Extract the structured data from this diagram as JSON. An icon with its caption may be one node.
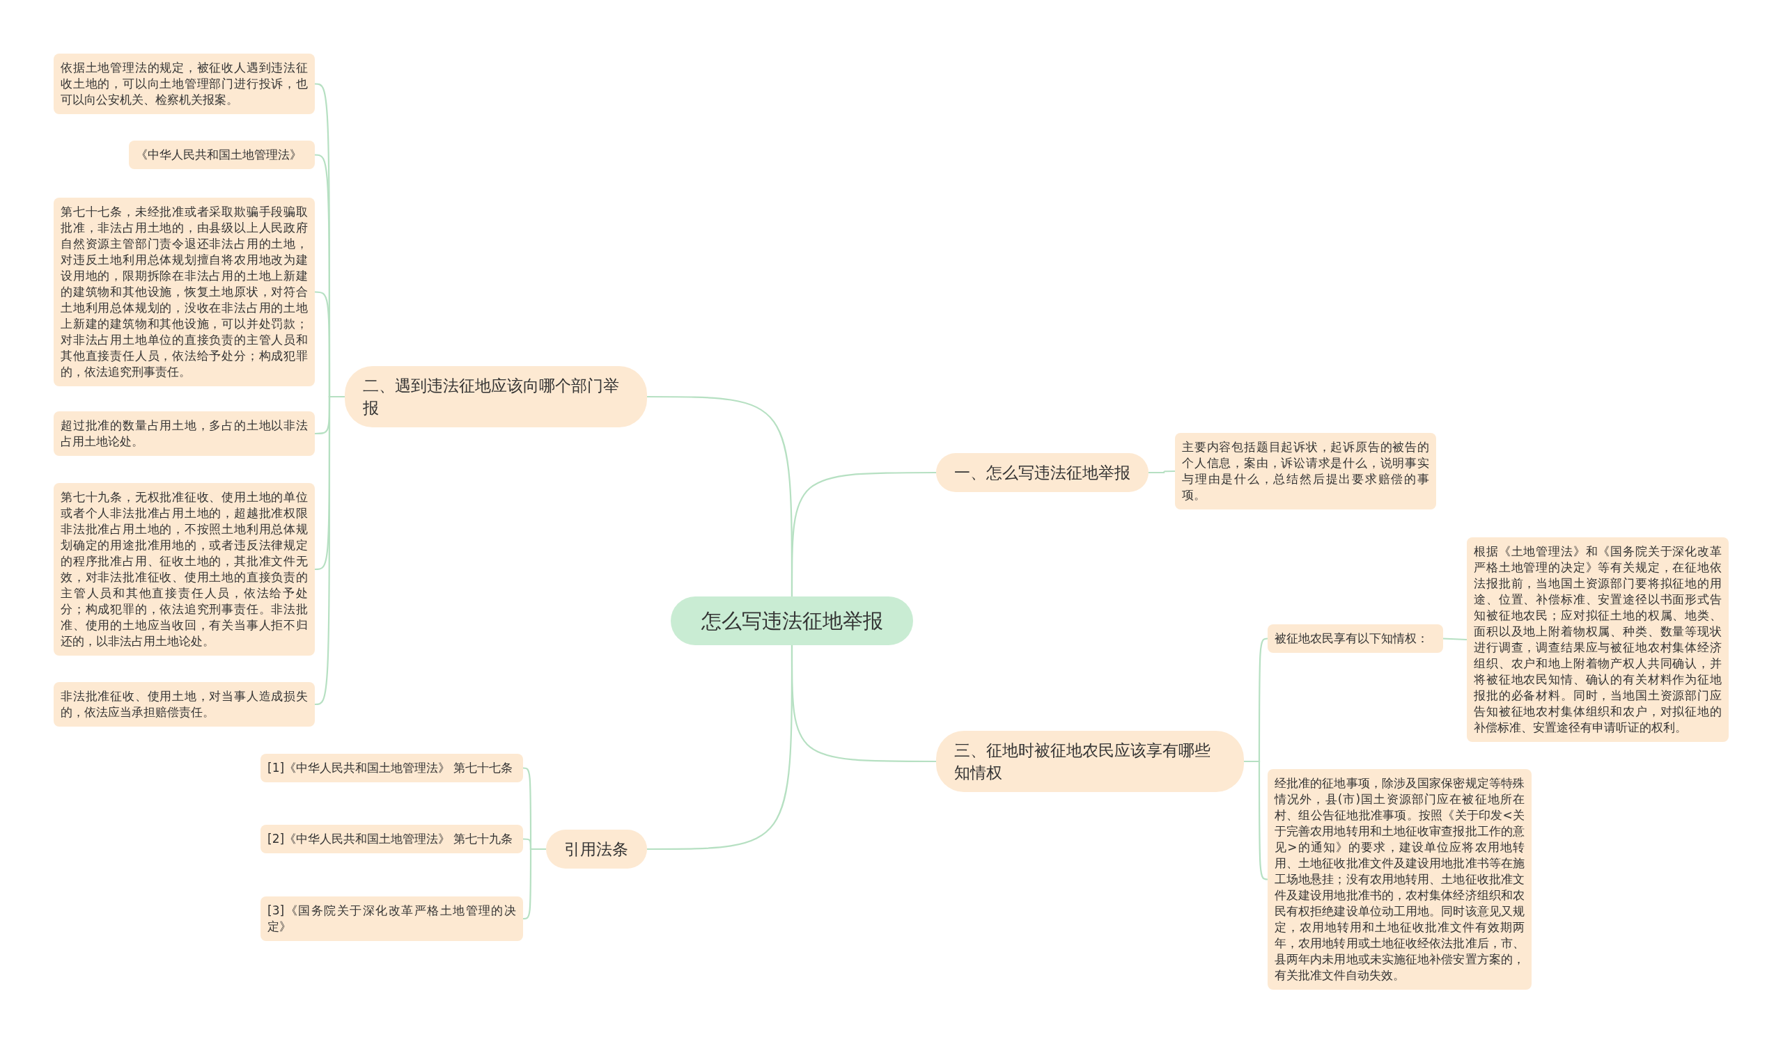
{
  "diagram": {
    "nodes": [
      {
        "text": [
          "怎么写违法征地举报"
        ]
      },
      {
        "text": [
          "一、怎么写违法征地举报"
        ]
      },
      {
        "text": [
          "主要内容包括题目起诉状，起诉原告的被告的个人信息，案由，诉讼请求是什么，说明事实与理由是什么，总结然后提出要求赔偿的事项。"
        ]
      },
      {
        "text": [
          "二、遇到违法征地应该向哪个部门举报"
        ]
      },
      {
        "text": [
          "依据土地管理法的规定，被征收人遇到违法征收土地的，可以向土地管理部门进行投诉，也可以向公安机关、检察机关报案。"
        ]
      },
      {
        "text": [
          "《中华人民共和国土地管理法》"
        ]
      },
      {
        "text": [
          "第七十七条，未经批准或者采取欺骗手段骗取批准，非法占用土地的，由县级以上人民政府自然资源主管部门责令退还非法占用的土地，对违反土地利用总体规划擅自将农用地改为建设用地的，限期拆除在非法占用的土地上新建的建筑物和其他设施，恢复土地原状，对符合土地利用总体规划的，没收在非法占用的土地上新建的建筑物和其他设施，可以并处罚款；对非法占用土地单位的直接负责的主管人员和其他直接责任人员，依法给予处分；构成犯罪的，依法追究刑事责任。"
        ]
      },
      {
        "text": [
          "超过批准的数量占用土地，多占的土地以非法占用土地论处。"
        ]
      },
      {
        "text": [
          "第七十九条，无权批准征收、使用土地的单位或者个人非法批准占用土地的，超越批准权限非法批准占用土地的，不按照土地利用总体规划确定的用途批准用地的，或者违反法律规定的程序批准占用、征收土地的，其批准文件无效，对非法批准征收、使用土地的直接负责的主管人员和其他直接责任人员，依法给予处分；构成犯罪的，依法追究刑事责任。非法批准、使用的土地应当收回，有关当事人拒不归还的，以非法占用土地论处。"
        ]
      },
      {
        "text": [
          "非法批准征收、使用土地，对当事人造成损失的，依法应当承担赔偿责任。"
        ]
      },
      {
        "text": [
          "三、征地时被征地农民应该享有哪些知情权"
        ]
      },
      {
        "text": [
          "被征地农民享有以下知情权："
        ]
      },
      {
        "text": [
          "根据《土地管理法》和《国务院关于深化改革严格土地管理的决定》等有关规定，在征地依法报批前，当地国土资源部门要将拟征地的用途、位置、补偿标准、安置途径以书面形式告知被征地农民；应对拟征土地的权属、地类、面积以及地上附着物权属、种类、数量等现状进行调查，调查结果应与被征地农村集体经济组织、农户和地上附着物产权人共同确认，并将被征地农民知情、确认的有关材料作为征地报批的必备材料。同时，当地国土资源部门应告知被征地农村集体组织和农户，对拟征地的补偿标准、安置途径有申请听证的权利。"
        ]
      },
      {
        "text": [
          "经批准的征地事项，除涉及国家保密规定等特殊情况外，县(市)国土资源部门应在被征地所在村、组公告征地批准事项。按照《关于印发<关于完善农用地转用和土地征收审查报批工作的意见>的通知》的要求，建设单位应将农用地转用、土地征收批准文件及建设用地批准书等在施工场地悬挂；没有农用地转用、土地征收批准文件及建设用地批准书的，农村集体经济组织和农民有权拒绝建设单位动工用地。同时该意见又规定，农用地转用和土地征收批准文件有效期两年，农用地转用或土地征收经依法批准后，市、县两年内未用地或未实施征地补偿安置方案的，有关批准文件自动失效。"
        ]
      },
      {
        "text": [
          "引用法条"
        ]
      },
      {
        "text": [
          "[1]《中华人民共和国土地管理法》 第七十七条"
        ]
      },
      {
        "text": [
          "[2]《中华人民共和国土地管理法》 第七十九条"
        ]
      },
      {
        "text": [
          "[3]《国务院关于深化改革严格土地管理的决定》"
        ]
      }
    ],
    "edges": [
      {
        "from": 0,
        "to": 1,
        "arrow": "none"
      },
      {
        "from": 1,
        "to": 2,
        "arrow": "none"
      },
      {
        "from": 0,
        "to": 3,
        "arrow": "none"
      },
      {
        "from": 3,
        "to": 4,
        "arrow": "none"
      },
      {
        "from": 3,
        "to": 5,
        "arrow": "none"
      },
      {
        "from": 3,
        "to": 6,
        "arrow": "none"
      },
      {
        "from": 3,
        "to": 7,
        "arrow": "none"
      },
      {
        "from": 3,
        "to": 8,
        "arrow": "none"
      },
      {
        "from": 3,
        "to": 9,
        "arrow": "none"
      },
      {
        "from": 0,
        "to": 10,
        "arrow": "none"
      },
      {
        "from": 10,
        "to": 11,
        "arrow": "none"
      },
      {
        "from": 11,
        "to": 12,
        "arrow": "none"
      },
      {
        "from": 10,
        "to": 13,
        "arrow": "none"
      },
      {
        "from": 0,
        "to": 14,
        "arrow": "none"
      },
      {
        "from": 14,
        "to": 15,
        "arrow": "none"
      },
      {
        "from": 14,
        "to": 16,
        "arrow": "none"
      },
      {
        "from": 14,
        "to": 17,
        "arrow": "none"
      }
    ]
  }
}
